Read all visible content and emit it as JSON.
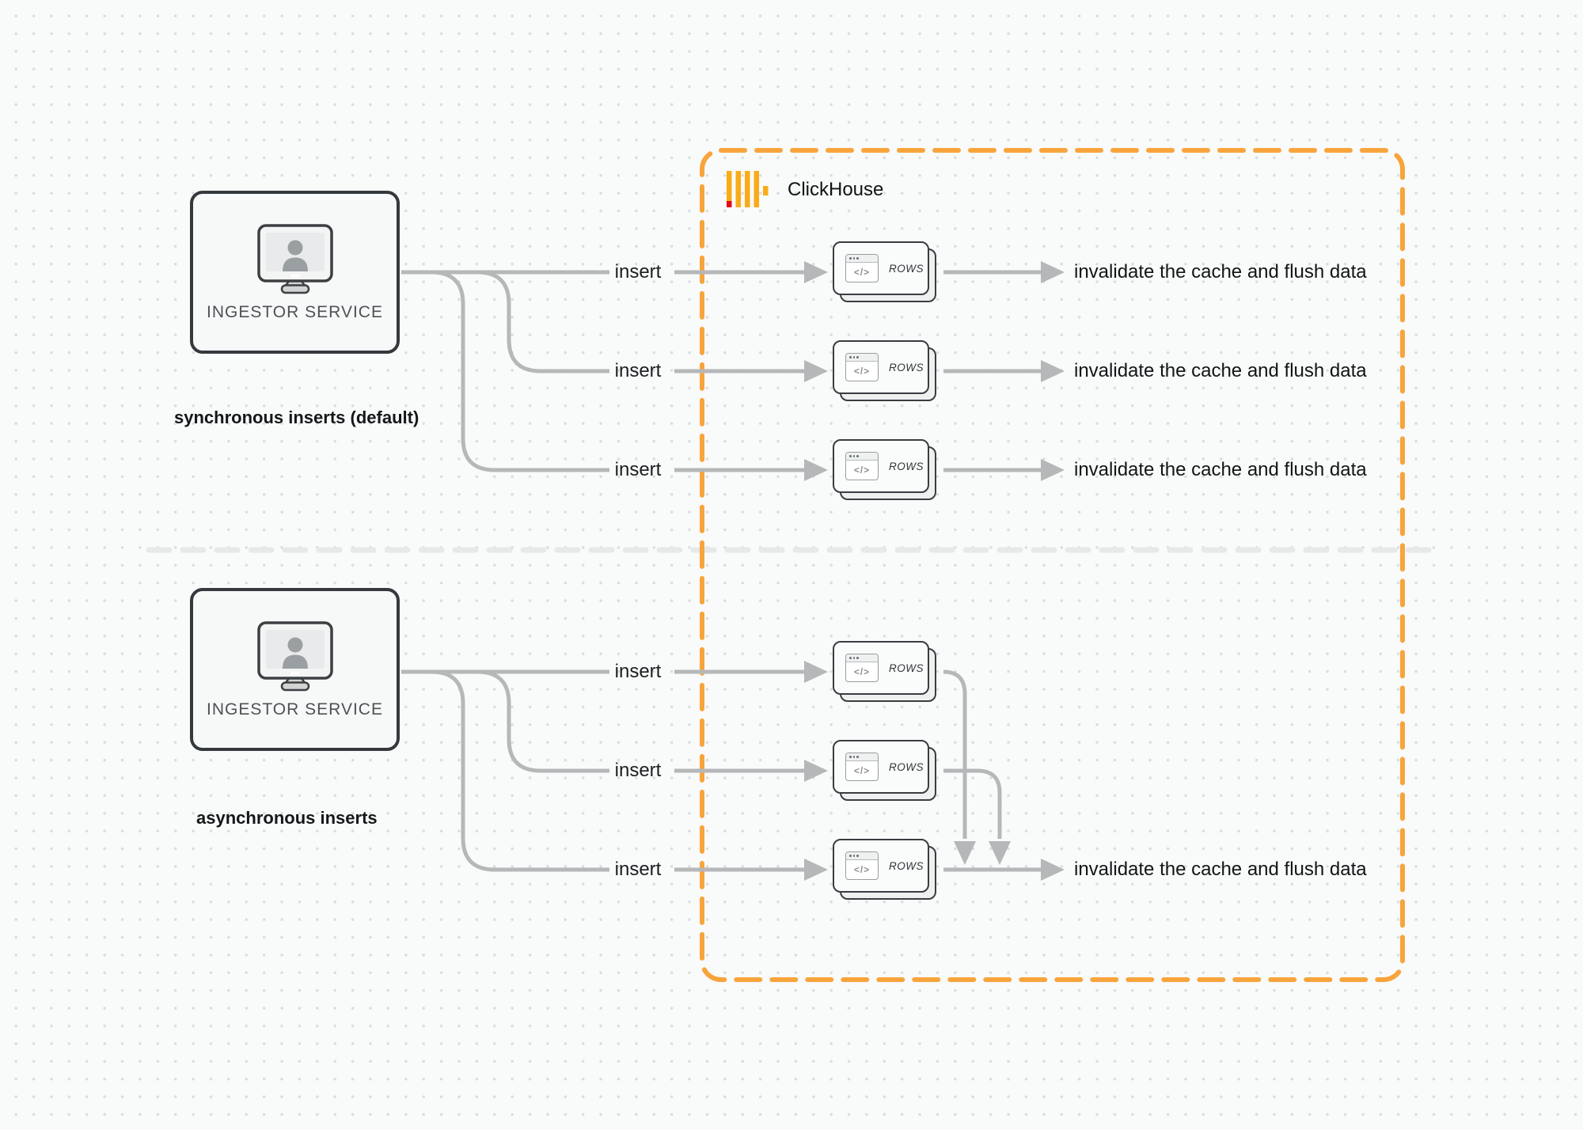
{
  "diagram": {
    "clickhouse_label": "ClickHouse",
    "ingestor_label": "INGESTOR SERVICE",
    "sync_section_label": "synchronous inserts (default)",
    "async_section_label": "asynchronous inserts",
    "insert_label": "insert",
    "invalidate_label": "invalidate the cache and flush data",
    "rows_label": "ROWS",
    "code_glyph": "</>"
  },
  "icons": {
    "service_node": "monitor-user-icon",
    "table_node": "code-window-icon",
    "brand": "clickhouse-logo-icon"
  },
  "colors": {
    "accent_orange": "#F8A43C",
    "logo_yellow": "#F9AC18",
    "logo_red": "#E00B18",
    "connector_gray": "#b5b7b8",
    "divider_gray": "#e7e9e9",
    "node_border": "#33393d",
    "text_dark": "#15181a",
    "text_muted": "#4c5256"
  }
}
